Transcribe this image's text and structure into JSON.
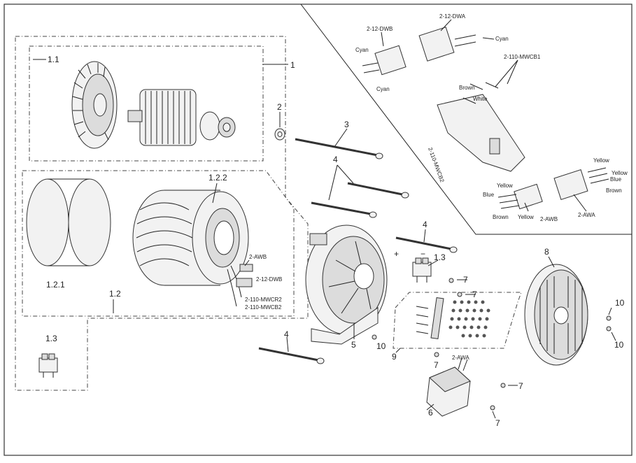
{
  "diagram": {
    "callouts": {
      "c1": "1",
      "c1_1": "1.1",
      "c1_2": "1.2",
      "c1_2_1": "1.2.1",
      "c1_2_2": "1.2.2",
      "c1_3a": "1.3",
      "c1_3b": "1.3",
      "c2": "2",
      "c3": "3",
      "c4a": "4",
      "c4b": "4",
      "c4c": "4",
      "c5": "5",
      "c6": "6",
      "c7a": "7",
      "c7b": "7",
      "c7c": "7",
      "c7d": "7",
      "c7e": "7",
      "c8": "8",
      "c9": "9",
      "c10a": "10",
      "c10b": "10",
      "c10c": "10"
    },
    "wire_labels": {
      "w_2awb": "2-AWB",
      "w_212dwb": "2-12-DWB",
      "w_110mwcr2": "2-110-MWCR2",
      "w_110mwcb2": "2-110-MWCB2",
      "w_2awa_small": "2-AWA"
    },
    "signs": {
      "plus": "+",
      "minus": "−"
    },
    "inset": {
      "l_212dwb": "2-12-DWB",
      "l_212dwa": "2-12-DWA",
      "l_110mwcb1": "2-110-MWCB1",
      "l_110mwcb2": "2-110-MWCB2",
      "l_2awb": "2-AWB",
      "l_2awa": "2-AWA",
      "cyan1": "Cyan",
      "cyan2": "Cyan",
      "cyan3": "Cyan",
      "brown1": "Brown",
      "white1": "White",
      "yellow1": "Yellow",
      "yellow2": "Yellow",
      "yellow3": "Yellow",
      "yellow4": "Yellow",
      "blue1": "Blue",
      "blue2": "Blue",
      "brown2": "Brown",
      "brown3": "Brown"
    }
  }
}
